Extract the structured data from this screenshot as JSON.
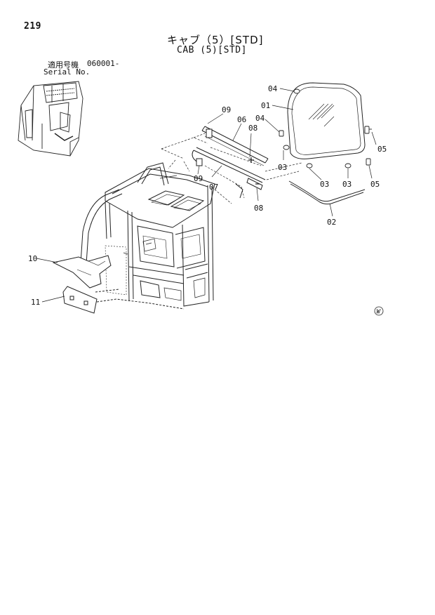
{
  "page": {
    "number": "219",
    "title_jp": "キャブ（5）[STD]",
    "title_en": "CAB (5)[STD]",
    "serial_label_jp": "適用号機",
    "serial_range": "060001-",
    "serial_label_en": "Serial No."
  },
  "callouts": {
    "c04a": "04",
    "c01": "01",
    "c04b": "04",
    "c05a": "05",
    "c03a": "03",
    "c03b": "03",
    "c03c": "03",
    "c05b": "05",
    "c02": "02",
    "c09a": "09",
    "c06": "06",
    "c08a": "08",
    "c09b": "09",
    "c07": "07",
    "c08b": "08",
    "c10": "10",
    "c11": "11"
  },
  "mark": "W"
}
